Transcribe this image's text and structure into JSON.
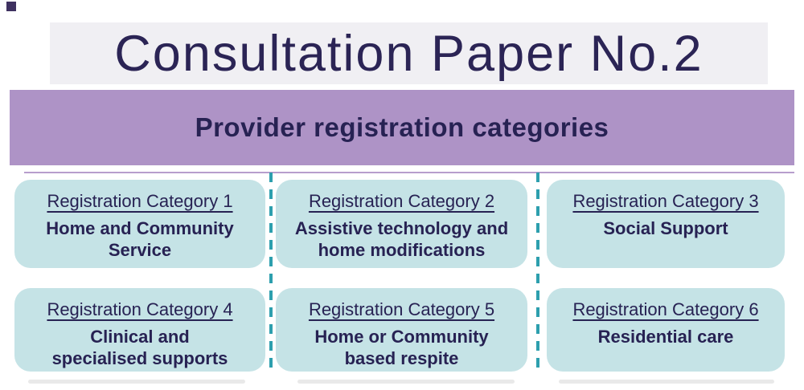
{
  "header": {
    "title": "Consultation Paper No.2"
  },
  "banner": {
    "title": "Provider registration categories"
  },
  "cards": [
    {
      "category": "Registration Category 1",
      "name": "Home and Community\nService"
    },
    {
      "category": "Registration Category 2",
      "name": "Assistive technology and\nhome modifications"
    },
    {
      "category": "Registration Category 3",
      "name": "Social Support"
    },
    {
      "category": "Registration Category 4",
      "name": "Clinical and\nspecialised supports"
    },
    {
      "category": "Registration Category 5",
      "name": "Home or Community\nbased respite"
    },
    {
      "category": "Registration Category 6",
      "name": "Residential care"
    }
  ],
  "colors": {
    "banner_purple": "#ae93c6",
    "card_teal": "#c5e3e6",
    "divider_teal": "#2d9fae",
    "text_navy": "#272253",
    "title_background": "#f0eff3",
    "separator_lavender": "#b79ecd",
    "corner_square": "#3e3160"
  }
}
